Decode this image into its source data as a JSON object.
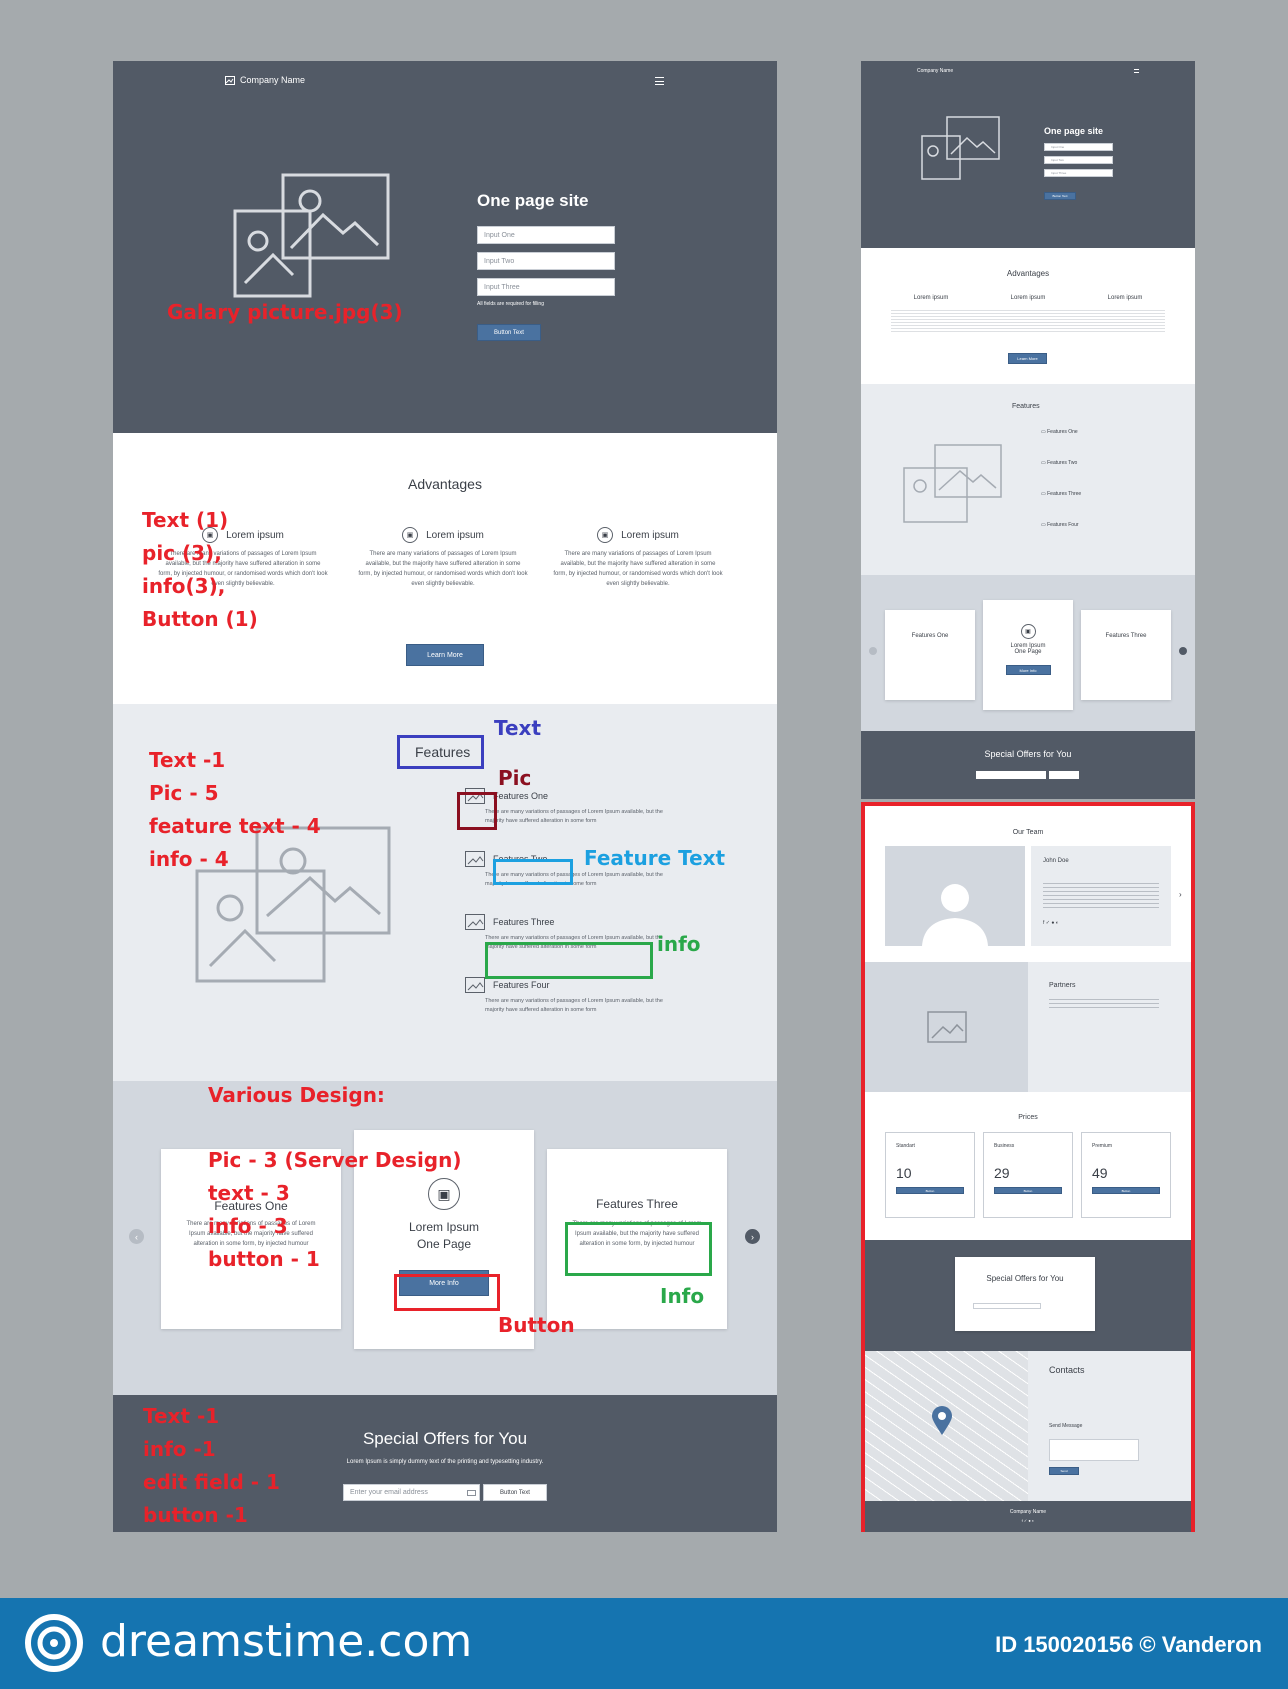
{
  "left": {
    "company_name": "Company Name",
    "hero": {
      "title": "One page site",
      "input1": "Input One",
      "input2": "Input Two",
      "input3": "Input Three",
      "note": "All fields are required for filling",
      "button": "Button Text"
    },
    "advantages": {
      "title": "Advantages",
      "items": [
        {
          "title": "Lorem ipsum",
          "text": "There are many variations of passages of Lorem Ipsum available, but the majority have suffered alteration in some form, by injected humour, or randomised words which don't look even slightly believable."
        },
        {
          "title": "Lorem ipsum",
          "text": "There are many variations of passages of Lorem Ipsum available, but the majority have suffered alteration in some form, by injected humour, or randomised words which don't look even slightly believable."
        },
        {
          "title": "Lorem ipsum",
          "text": "There are many variations of passages of Lorem Ipsum available, but the majority have suffered alteration in some form, by injected humour, or randomised words which don't look even slightly believable."
        }
      ],
      "button": "Learn More"
    },
    "features": {
      "title": "Features",
      "items": [
        {
          "title": "Features One",
          "text": "There are many variations of passages of Lorem Ipsum available, but the majority have suffered alteration in some form"
        },
        {
          "title": "Features Two",
          "text": "There are many variations of passages of Lorem Ipsum available, but the majority have suffered alteration in some form"
        },
        {
          "title": "Features Three",
          "text": "There are many variations of passages of Lorem Ipsum available, but the majority have suffered alteration in some form"
        },
        {
          "title": "Features Four",
          "text": "There are many variations of passages of Lorem Ipsum available, but the majority have suffered alteration in some form"
        }
      ]
    },
    "cards": {
      "card1_title": "Features One",
      "card1_text": "There are many variations of passages of Lorem Ipsum available, but the majority have suffered alteration in some form, by injected humour",
      "card2_title_1": "Lorem Ipsum",
      "card2_title_2": "One Page",
      "card2_button": "More Info",
      "card3_title": "Features Three",
      "card3_text": "There are many variations of passages of Lorem Ipsum available, but the majority have suffered alteration in some form, by injected humour"
    },
    "offers": {
      "title": "Special Offers for You",
      "subtitle": "Lorem Ipsum is simply dummy text of the printing and typesetting industry.",
      "email_placeholder": "Enter your email address",
      "button": "Button Text"
    }
  },
  "annotations": {
    "galary": "Galary picture.jpg(3)",
    "adv1": "Text (1)",
    "adv2": "pic (3),",
    "adv3": "info(3),",
    "adv4": "Button (1)",
    "text": "Text",
    "pic": "Pic",
    "feature_text": "Feature Text",
    "info": "info",
    "feat1": "Text -1",
    "feat2": "Pic - 5",
    "feat3": "feature text - 4",
    "feat4": "info - 4",
    "various": "Various Design:",
    "var1": "Pic - 3 (Server Design)",
    "var2": "text - 3",
    "var3": "info - 3",
    "var4": "button - 1",
    "info_cap": "Info",
    "button": "Button",
    "off1": "Text -1",
    "off2": "info -1",
    "off3": "edit field - 1",
    "off4": "button -1"
  },
  "right": {
    "company_name": "Company Name",
    "hero_title": "One page site",
    "input1": "Input One",
    "input2": "Input Two",
    "input3": "Input Three",
    "button": "Button Text",
    "advantages_title": "Advantages",
    "adv_item": "Lorem ipsum",
    "adv_button": "Learn More",
    "features_title": "Features",
    "feature_items": [
      "Features One",
      "Features Two",
      "Features Three",
      "Features Four"
    ],
    "card1": "Features One",
    "card2a": "Lorem Ipsum",
    "card2b": "One Page",
    "card2_button": "More Info",
    "card3": "Features Three",
    "offers_title": "Special Offers for You",
    "team_title": "Our Team",
    "team_name": "John Doe",
    "partners_title": "Partners",
    "prices_title": "Prices",
    "plans": [
      {
        "name": "Standart",
        "price": "10"
      },
      {
        "name": "Business",
        "price": "29"
      },
      {
        "name": "Premium",
        "price": "49"
      }
    ],
    "plan_button": "Button",
    "offers2_title": "Special Offers for You",
    "contacts_title": "Contacts",
    "send_message": "Send Message",
    "send_button": "Send",
    "footer_company": "Company Name"
  },
  "footer": {
    "brand": "dreamstime.com",
    "id_text": "ID 150020156 © Vanderon"
  },
  "colors": {
    "dark": "#525a66",
    "accent": "#4a72a0",
    "annotation_red": "#e8222a",
    "banner": "#1574b0"
  }
}
